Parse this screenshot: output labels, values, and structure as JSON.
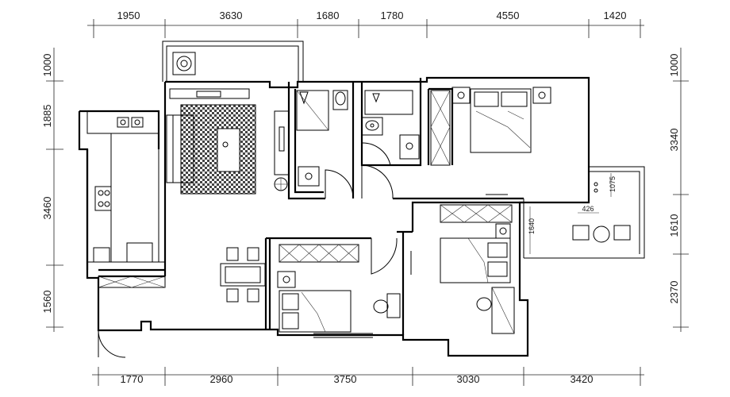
{
  "dimensions": {
    "top": [
      "1950",
      "3630",
      "1680",
      "1780",
      "4550",
      "1420"
    ],
    "bottom": [
      "1770",
      "2960",
      "3750",
      "3030",
      "3420"
    ],
    "left": [
      "1000",
      "1885",
      "3460",
      "1560"
    ],
    "right": [
      "1000",
      "3340",
      "1610",
      "2370"
    ]
  },
  "annotations": {
    "balcony_depth": "1075",
    "balcony_width": "426",
    "balcony_length": "1640"
  },
  "colors": {
    "line": "#000000",
    "hatch": "#555555",
    "background": "#ffffff"
  }
}
